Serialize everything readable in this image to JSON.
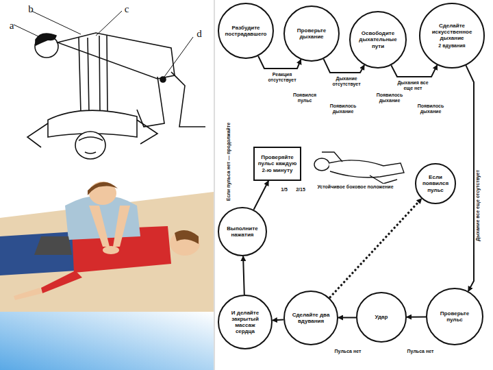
{
  "diagram": {
    "nodes": [
      {
        "text": [
          "Разбудите пострадавшего"
        ]
      },
      {
        "text": [
          "Проверьте дыхание"
        ]
      },
      {
        "text": [
          "Освободите дыхательные пути"
        ]
      },
      {
        "text": [
          "Сделайте искусственное дыхание",
          "2 вдувания"
        ]
      },
      {
        "text": [
          "Проверяйте пульс каждую 2-ю минуту"
        ]
      },
      {
        "text": [
          "Если появился пульс"
        ]
      },
      {
        "text": [
          "Выполните нажатия"
        ]
      },
      {
        "text": [
          "Проверьте пульс"
        ]
      },
      {
        "text": [
          "Удар"
        ]
      },
      {
        "text": [
          "Сделайте два вдувания"
        ]
      },
      {
        "text": [
          "И делайте закрытый массаж сердца"
        ]
      }
    ],
    "edges": [
      {
        "from": 0,
        "to": 1,
        "label": "Реакция отсутствует",
        "arrow": "to"
      },
      {
        "from": 1,
        "to": 2,
        "label": "Дыхание отсутствует",
        "arrow": "to"
      },
      {
        "from": 2,
        "to": 3,
        "label": "Дыхания все еще нет",
        "arrow": "to"
      },
      {
        "from": 3,
        "to": 7,
        "label": "Дыхание все еще отсутствует",
        "arrow": "to"
      },
      {
        "from": 7,
        "to": 8,
        "label": "Пульса нет",
        "arrow": "to"
      },
      {
        "from": 8,
        "to": 9,
        "label": "Пульса нет",
        "arrow": "to"
      },
      {
        "from": 9,
        "to": 10,
        "arrow": "to"
      },
      {
        "from": 10,
        "to": 6,
        "arrow": "to"
      },
      {
        "from": 6,
        "to": 4,
        "arrow": "to"
      },
      {
        "from": 9,
        "to": 5,
        "arrow": "to"
      }
    ],
    "labels": [
      "a",
      "b",
      "c",
      "d",
      "Появился пульс",
      "Появилось дыхание",
      "Появилось дыхание",
      "Появилось дыхание",
      "Если пульса нет — продолжайте",
      "1/5",
      "2/15",
      "Устойчивое боковое положение"
    ]
  }
}
